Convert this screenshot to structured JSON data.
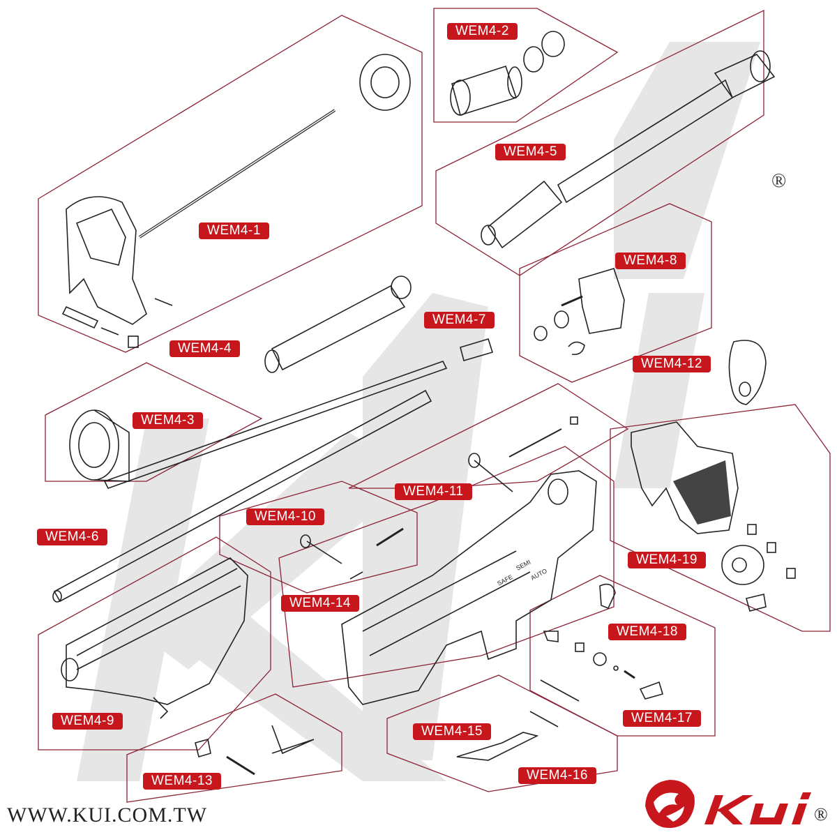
{
  "brand": {
    "website": "WWW.KUI.COM.TW",
    "registered_mark": "®",
    "logo_text": "KUI®",
    "accent_color": "#c8161d",
    "line_color": "#8a2233",
    "watermark_color": "#dedede"
  },
  "parts": [
    {
      "id": "WEM4-1",
      "label": "WEM4-1"
    },
    {
      "id": "WEM4-2",
      "label": "WEM4-2"
    },
    {
      "id": "WEM4-3",
      "label": "WEM4-3"
    },
    {
      "id": "WEM4-4",
      "label": "WEM4-4"
    },
    {
      "id": "WEM4-5",
      "label": "WEM4-5"
    },
    {
      "id": "WEM4-6",
      "label": "WEM4-6"
    },
    {
      "id": "WEM4-7",
      "label": "WEM4-7"
    },
    {
      "id": "WEM4-8",
      "label": "WEM4-8"
    },
    {
      "id": "WEM4-9",
      "label": "WEM4-9"
    },
    {
      "id": "WEM4-10",
      "label": "WEM4-10"
    },
    {
      "id": "WEM4-11",
      "label": "WEM4-11"
    },
    {
      "id": "WEM4-12",
      "label": "WEM4-12"
    },
    {
      "id": "WEM4-13",
      "label": "WEM4-13"
    },
    {
      "id": "WEM4-14",
      "label": "WEM4-14"
    },
    {
      "id": "WEM4-15",
      "label": "WEM4-15"
    },
    {
      "id": "WEM4-16",
      "label": "WEM4-16"
    },
    {
      "id": "WEM4-17",
      "label": "WEM4-17"
    },
    {
      "id": "WEM4-18",
      "label": "WEM4-18"
    },
    {
      "id": "WEM4-19",
      "label": "WEM4-19"
    }
  ],
  "selector_markings": {
    "safe": "SAFE",
    "semi": "SEMI",
    "auto": "AUTO"
  }
}
